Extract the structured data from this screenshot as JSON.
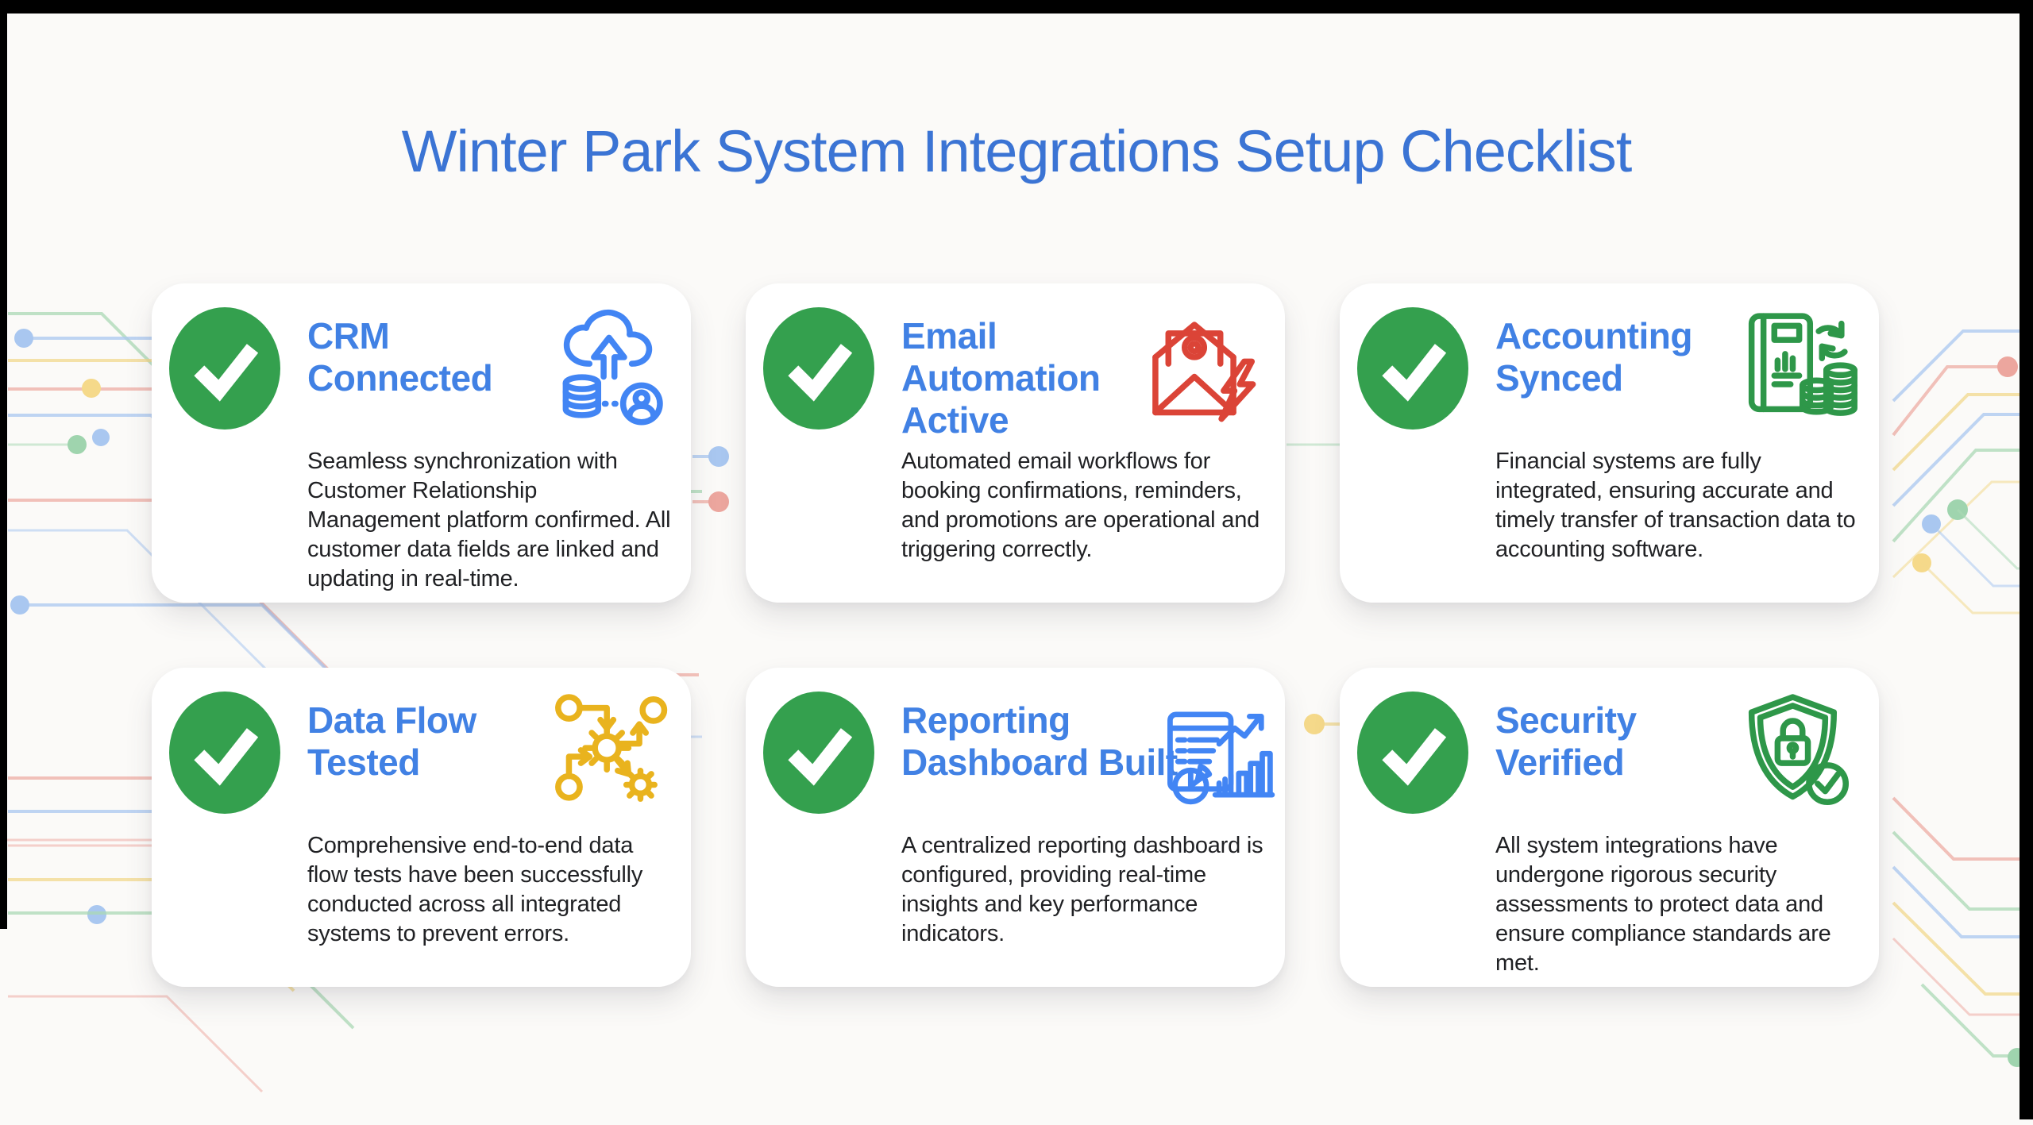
{
  "page": {
    "title": "Winter Park System Integrations Setup Checklist"
  },
  "colors": {
    "title_blue": "#3b74d4",
    "card_title_blue": "#4181e4",
    "check_green": "#34a04e",
    "body_text": "#202124",
    "page_background": "#fbfaf8",
    "card_background": "#ffffff",
    "icon_blue": "#4285f4",
    "icon_red": "#db4437",
    "icon_green": "#2e9749",
    "icon_gold": "#e9b31e",
    "trace_blue": "#a9c7f0",
    "trace_red": "#eeaca4",
    "trace_yellow": "#f2d88d",
    "trace_green": "#abd8b6",
    "letterbox_black": "#000000"
  },
  "checklist": {
    "check_icon": "check-circle-icon",
    "cards": [
      {
        "title": "CRM Connected",
        "icon": "crm-cloud-sync-icon",
        "description": "Seamless synchronization with Customer Relationship Management platform confirmed. All customer data fields are linked and updating in real-time."
      },
      {
        "title": "Email Automation Active",
        "icon": "email-automation-icon",
        "description": "Automated email workflows for booking confirmations, reminders, and promotions are operational and triggering correctly."
      },
      {
        "title": "Accounting Synced",
        "icon": "accounting-sync-icon",
        "description": "Financial systems are fully integrated, ensuring accurate and timely transfer of transaction data to accounting software."
      },
      {
        "title": "Data Flow Tested",
        "icon": "data-flow-icon",
        "description": "Comprehensive end-to-end data flow tests have been successfully conducted across all integrated systems to prevent errors."
      },
      {
        "title": "Reporting Dashboard Built",
        "icon": "reporting-dashboard-icon",
        "description": "A centralized reporting dashboard is configured, providing real-time insights and key performance indicators."
      },
      {
        "title": "Security Verified",
        "icon": "security-shield-icon",
        "description": "All system integrations have undergone rigorous security assessments to protect data and ensure compliance standards are met."
      }
    ]
  }
}
